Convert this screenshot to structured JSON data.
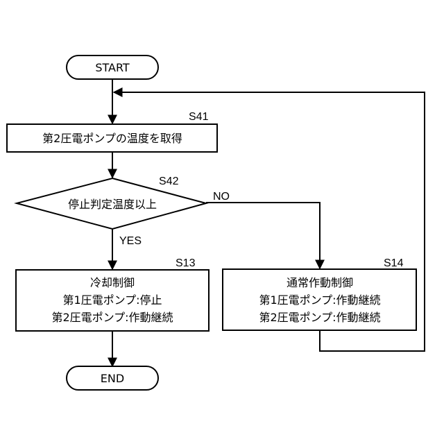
{
  "start": {
    "label": "START"
  },
  "end": {
    "label": "END"
  },
  "s41": {
    "step": "S41",
    "text": "第2圧電ポンプの温度を取得"
  },
  "s42": {
    "step": "S42",
    "text": "停止判定温度以上",
    "no_label": "NO",
    "yes_label": "YES"
  },
  "s13": {
    "step": "S13",
    "lines": [
      "冷却制御",
      "第1圧電ポンプ:停止",
      "第2圧電ポンプ:作動継続"
    ]
  },
  "s14": {
    "step": "S14",
    "lines": [
      "通常作動制御",
      "第1圧電ポンプ:作動継続",
      "第2圧電ポンプ:作動継続"
    ]
  }
}
